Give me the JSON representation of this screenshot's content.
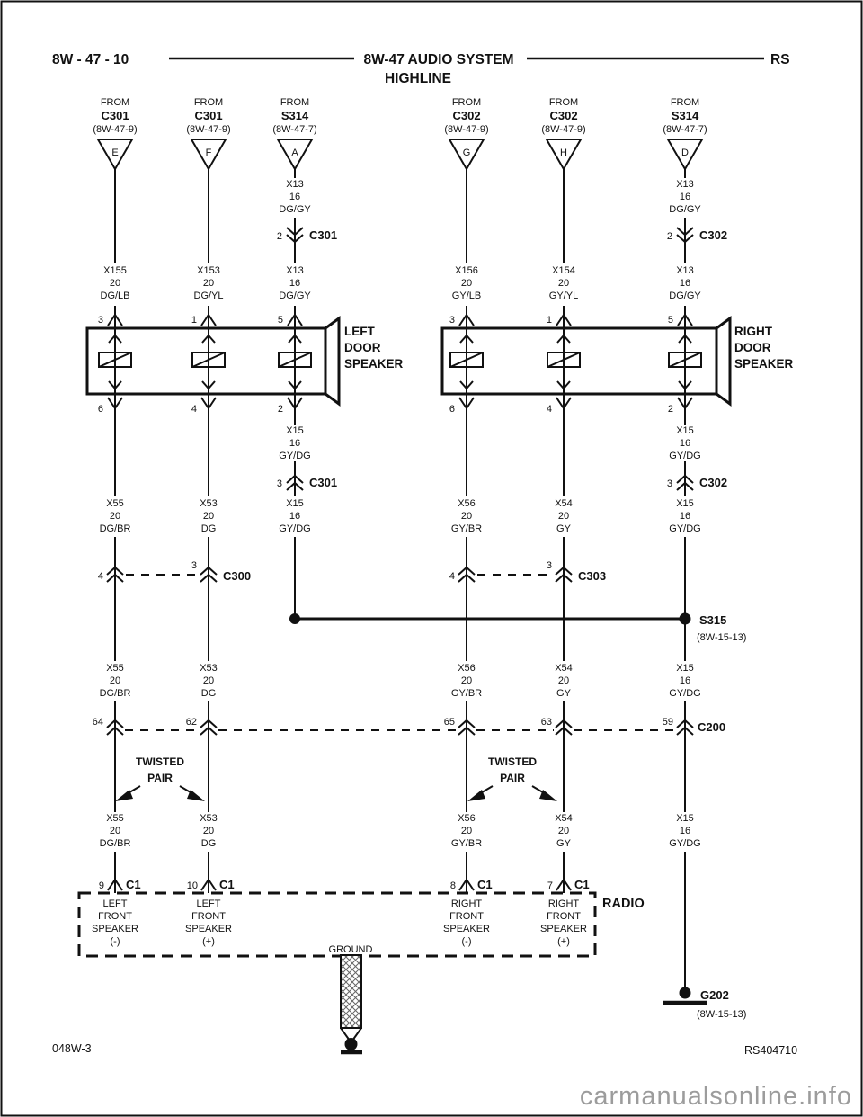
{
  "header": {
    "page": "8W - 47 - 10",
    "title": "8W-47 AUDIO SYSTEM",
    "subtitle": "HIGHLINE",
    "code": "RS"
  },
  "cols": [
    {
      "from": "FROM",
      "src": "C301",
      "ref": "(8W-47-9)",
      "term": "E",
      "w1": [
        "X155",
        "20",
        "DG/LB"
      ],
      "pin_top": "3",
      "pin_bot": "6",
      "w3": [
        "X55",
        "20",
        "DG/BR"
      ],
      "c30x_pin": "4",
      "w4": [
        "X55",
        "20",
        "DG/BR"
      ],
      "c200_pin": "64",
      "w5": [
        "X55",
        "20",
        "DG/BR"
      ],
      "c1_pin": "9",
      "c1_name": "C1",
      "radio": [
        "LEFT",
        "FRONT",
        "SPEAKER",
        "(-)"
      ]
    },
    {
      "from": "FROM",
      "src": "C301",
      "ref": "(8W-47-9)",
      "term": "F",
      "w1": [
        "X153",
        "20",
        "DG/YL"
      ],
      "pin_top": "1",
      "pin_bot": "4",
      "w3": [
        "X53",
        "20",
        "DG"
      ],
      "c30x_pin": "3",
      "c30x_name": "C300",
      "w4": [
        "X53",
        "20",
        "DG"
      ],
      "c200_pin": "62",
      "w5": [
        "X53",
        "20",
        "DG"
      ],
      "c1_pin": "10",
      "c1_name": "C1",
      "radio": [
        "LEFT",
        "FRONT",
        "SPEAKER",
        "(+)"
      ]
    },
    {
      "from": "FROM",
      "src": "S314",
      "ref": "(8W-47-7)",
      "term": "A",
      "w0": [
        "X13",
        "16",
        "DG/GY"
      ],
      "inl1_pin": "2",
      "inl1_name": "C301",
      "w1": [
        "X13",
        "16",
        "DG/GY"
      ],
      "pin_top": "5",
      "pin_bot": "2",
      "w2": [
        "X15",
        "16",
        "GY/DG"
      ],
      "inl2_pin": "3",
      "inl2_name": "C301",
      "w3": [
        "X15",
        "16",
        "GY/DG"
      ]
    },
    {
      "from": "FROM",
      "src": "C302",
      "ref": "(8W-47-9)",
      "term": "G",
      "w1": [
        "X156",
        "20",
        "GY/LB"
      ],
      "pin_top": "3",
      "pin_bot": "6",
      "w3": [
        "X56",
        "20",
        "GY/BR"
      ],
      "c30x_pin": "4",
      "w4": [
        "X56",
        "20",
        "GY/BR"
      ],
      "c200_pin": "65",
      "w5": [
        "X56",
        "20",
        "GY/BR"
      ],
      "c1_pin": "8",
      "c1_name": "C1",
      "radio": [
        "RIGHT",
        "FRONT",
        "SPEAKER",
        "(-)"
      ]
    },
    {
      "from": "FROM",
      "src": "C302",
      "ref": "(8W-47-9)",
      "term": "H",
      "w1": [
        "X154",
        "20",
        "GY/YL"
      ],
      "pin_top": "1",
      "pin_bot": "4",
      "w3": [
        "X54",
        "20",
        "GY"
      ],
      "c30x_pin": "3",
      "c30x_name": "C303",
      "w4": [
        "X54",
        "20",
        "GY"
      ],
      "c200_pin": "63",
      "w5": [
        "X54",
        "20",
        "GY"
      ],
      "c1_pin": "7",
      "c1_name": "C1",
      "radio": [
        "RIGHT",
        "FRONT",
        "SPEAKER",
        "(+)"
      ]
    },
    {
      "from": "FROM",
      "src": "S314",
      "ref": "(8W-47-7)",
      "term": "D",
      "w0": [
        "X13",
        "16",
        "DG/GY"
      ],
      "inl1_pin": "2",
      "inl1_name": "C302",
      "w1": [
        "X13",
        "16",
        "DG/GY"
      ],
      "pin_top": "5",
      "pin_bot": "2",
      "w2": [
        "X15",
        "16",
        "GY/DG"
      ],
      "inl2_pin": "3",
      "inl2_name": "C302",
      "w3": [
        "X15",
        "16",
        "GY/DG"
      ],
      "w4": [
        "X15",
        "16",
        "GY/DG"
      ],
      "c200_pin": "59",
      "c200_name": "C200",
      "w5": [
        "X15",
        "16",
        "GY/DG"
      ]
    }
  ],
  "left_speaker": [
    "LEFT",
    "DOOR",
    "SPEAKER"
  ],
  "right_speaker": [
    "RIGHT",
    "DOOR",
    "SPEAKER"
  ],
  "twisted": [
    "TWISTED",
    "PAIR"
  ],
  "splice": {
    "name": "S315",
    "ref": "(8W-15-13)"
  },
  "radio": {
    "label": "RADIO",
    "ground": "GROUND"
  },
  "ground": {
    "name": "G202",
    "ref": "(8W-15-13)"
  },
  "footer": {
    "left": "048W-3",
    "right": "RS404710"
  },
  "watermark": "carmanualsonline.info"
}
